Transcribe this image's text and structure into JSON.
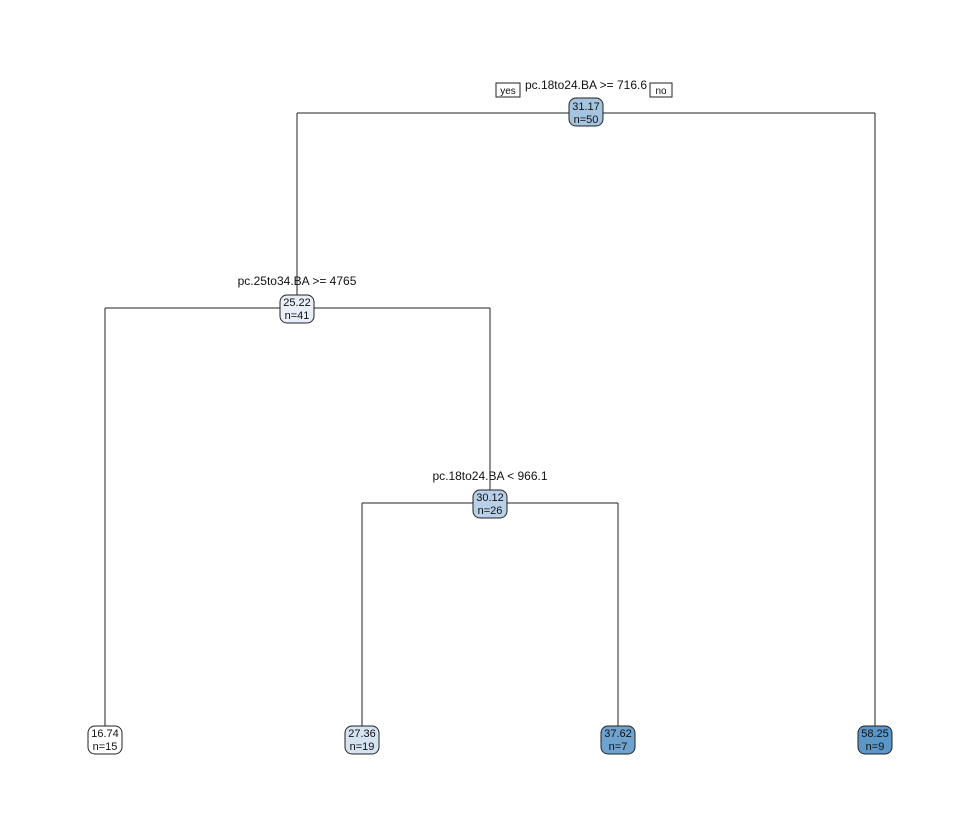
{
  "tree": {
    "branch_labels": {
      "yes": "yes",
      "no": "no"
    },
    "splits": {
      "root": "pc.18to24.BA >= 716.6",
      "n2": "pc.25to34.BA >= 4765",
      "n5": "pc.18to24.BA < 966.1"
    },
    "nodes": {
      "root": {
        "value": "31.17",
        "count": "n=50",
        "fill": "#a5c4df"
      },
      "n2": {
        "value": "25.22",
        "count": "n=41",
        "fill": "#e8eff8"
      },
      "n5": {
        "value": "30.12",
        "count": "n=26",
        "fill": "#b8d0e8"
      },
      "n4": {
        "value": "16.74",
        "count": "n=15",
        "fill": "#ffffff"
      },
      "n10": {
        "value": "27.36",
        "count": "n=19",
        "fill": "#d5e3f1"
      },
      "n11": {
        "value": "37.62",
        "count": "n=7",
        "fill": "#6fa3cf"
      },
      "n3": {
        "value": "58.25",
        "count": "n=9",
        "fill": "#5a96c8"
      }
    }
  }
}
